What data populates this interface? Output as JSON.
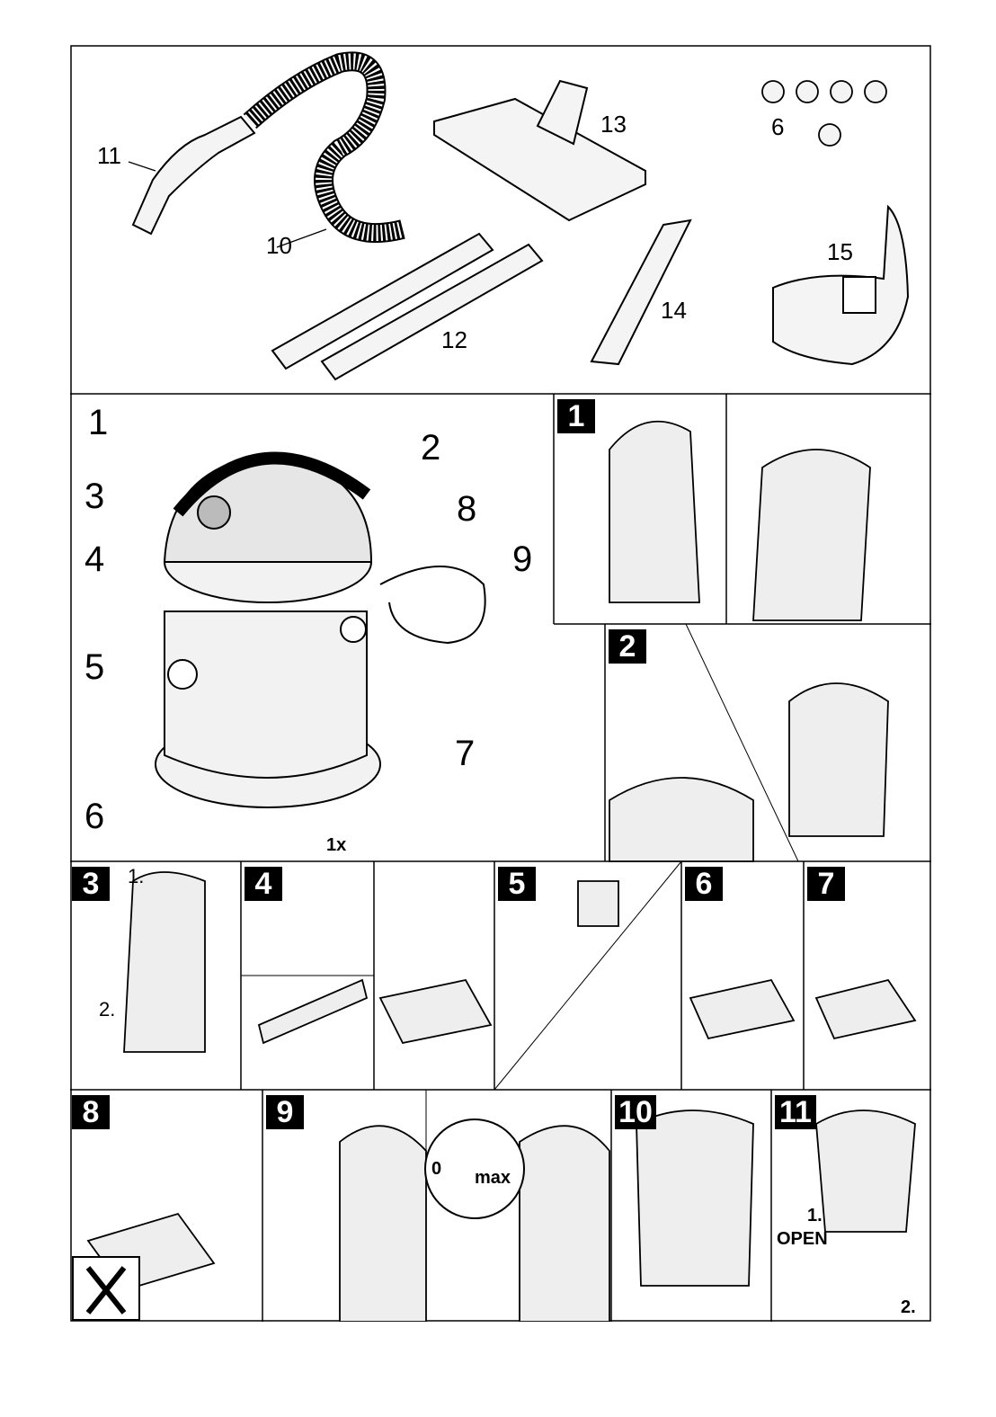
{
  "accessories": {
    "hose_handle": "11",
    "suction_hose": "10",
    "suction_tubes": "12",
    "floor_nozzle": "13",
    "crevice_nozzle": "14",
    "castors": "6",
    "filter_bag": "15"
  },
  "overview": {
    "callouts": [
      "1",
      "2",
      "3",
      "4",
      "5",
      "6",
      "7",
      "8",
      "9"
    ],
    "quantity_note": "1x"
  },
  "steps": [
    "1",
    "2",
    "3",
    "4",
    "5",
    "6",
    "7",
    "8",
    "9",
    "10",
    "11"
  ],
  "step3": {
    "first": "1.",
    "second": "2."
  },
  "step9": {
    "zero": "0",
    "max": "max"
  },
  "step11": {
    "first": "1.",
    "open": "OPEN",
    "second": "2."
  }
}
